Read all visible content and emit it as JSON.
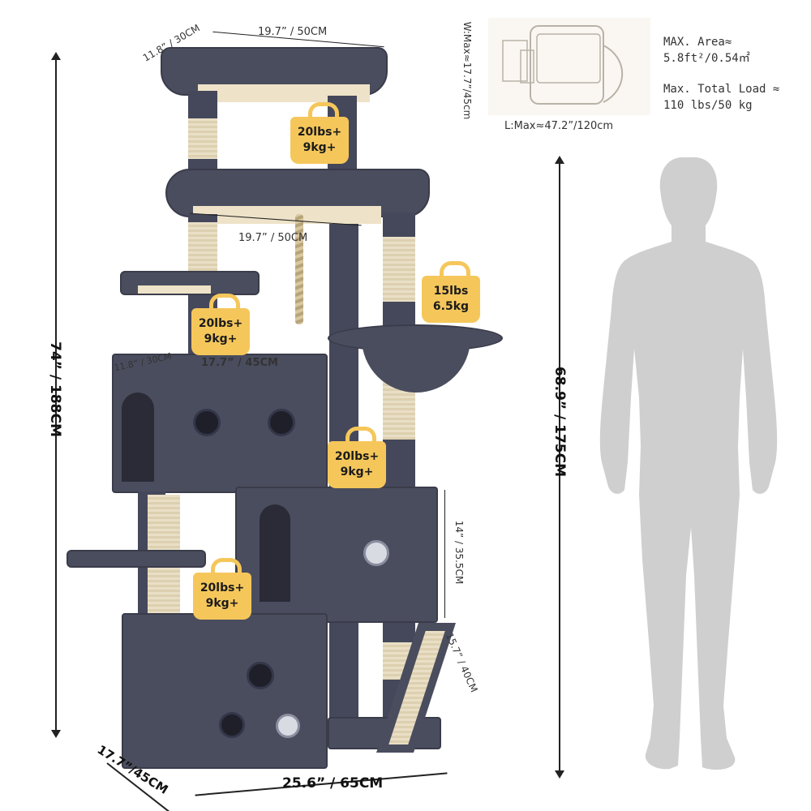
{
  "dimensions": {
    "total_height": "74” / 188CM",
    "person_height": "68.9” / 175CM",
    "base_depth": "17.7”/45CM",
    "base_width": "25.6” / 65CM",
    "top_perch_depth": "11.8” / 30CM",
    "top_perch_width": "19.7” / 50CM",
    "second_perch_width": "19.7” / 50CM",
    "condo_depth": "11.8” / 30CM",
    "condo_width": "17.7” / 45CM",
    "middle_condo_height": "14” / 35.5CM",
    "ramp_length": "15.7” / 40CM"
  },
  "weights": [
    {
      "line1": "20lbs+",
      "line2": "9kg+"
    },
    {
      "line1": "15lbs",
      "line2": "6.5kg"
    },
    {
      "line1": "20lbs+",
      "line2": "9kg+"
    },
    {
      "line1": "20lbs+",
      "line2": "9kg+"
    },
    {
      "line1": "20lbs+",
      "line2": "9kg+"
    }
  ],
  "footprint": {
    "width_label": "W:Max≈17.7”/45cm",
    "length_label": "L:Max≈47.2”/120cm",
    "area_title": "MAX. Area≈",
    "area_value": "5.8ft²/0.54㎡",
    "load_title": "Max. Total Load ≈",
    "load_value": "110 lbs/50 kg"
  },
  "colors": {
    "plush": "#4a4d5e",
    "sisal": "#e9dfc6",
    "weight_tag": "#f5c75b",
    "silhouette": "#cfcfcf"
  }
}
